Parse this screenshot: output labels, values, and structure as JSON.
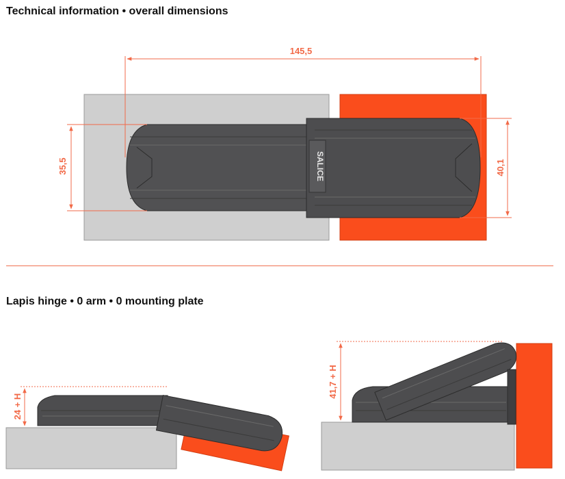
{
  "headings": {
    "overall": "Technical information • overall dimensions",
    "hinge": "Lapis hinge • 0 arm • 0 mounting plate"
  },
  "dimensions": {
    "length": "145,5",
    "width_left": "35,5",
    "width_right": "40,1",
    "height_closed": "24 + H",
    "height_open": "41,7 + H"
  },
  "logo_text": "SALICE",
  "colors": {
    "accent": "#fa4d1c",
    "panel_grey": "#cfcfcf",
    "hinge_dark": "#4d4d4f",
    "dim_line": "#f26a48"
  }
}
